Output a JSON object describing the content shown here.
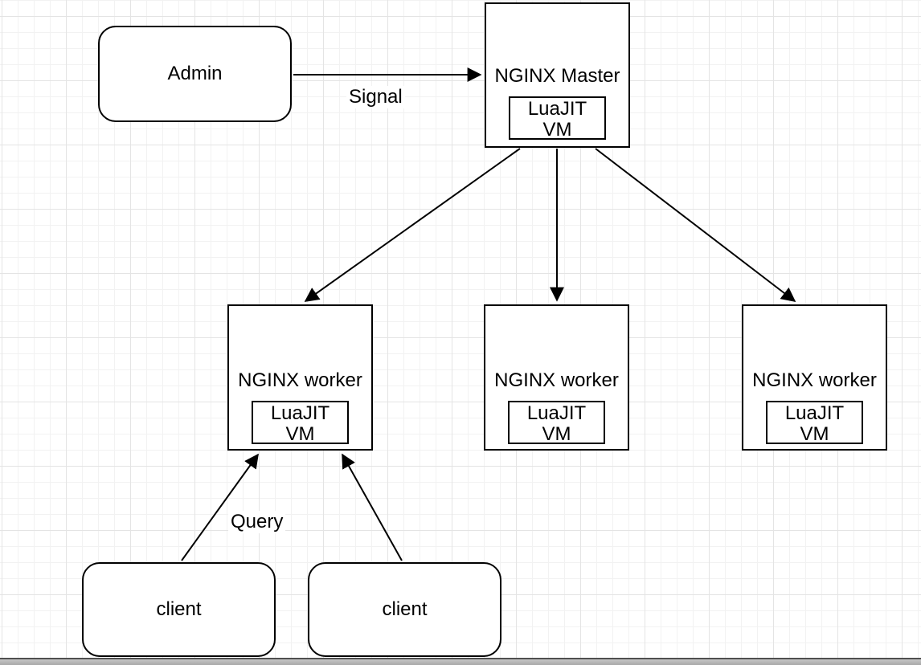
{
  "diagram": {
    "nodes": {
      "admin": {
        "label": "Admin"
      },
      "master": {
        "label": "NGINX Master",
        "vm": {
          "line1": "LuaJIT",
          "line2": "VM"
        }
      },
      "workers": [
        {
          "label": "NGINX worker",
          "vm": {
            "line1": "LuaJIT",
            "line2": "VM"
          }
        },
        {
          "label": "NGINX worker",
          "vm": {
            "line1": "LuaJIT",
            "line2": "VM"
          }
        },
        {
          "label": "NGINX worker",
          "vm": {
            "line1": "LuaJIT",
            "line2": "VM"
          }
        }
      ],
      "clients": [
        {
          "label": "client"
        },
        {
          "label": "client"
        }
      ]
    },
    "edges": {
      "signal_label": "Signal",
      "query_label": "Query"
    },
    "colors": {
      "stroke": "#000000",
      "node_fill": "#ffffff",
      "grid_minor": "#f2f2f2",
      "grid_major": "#e4e4e4",
      "statusbar": "#a9a9a9"
    }
  }
}
